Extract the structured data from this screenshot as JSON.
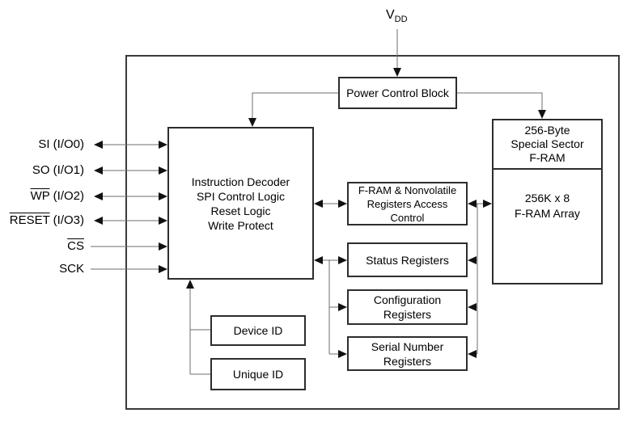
{
  "colors": {
    "background": "#ffffff",
    "box_border": "#2d2d2d",
    "outer_border": "#3a3a3a",
    "wire": "#6e6e6e",
    "arrowhead": "#111111"
  },
  "supply": {
    "name": "V",
    "subscript": "DD"
  },
  "pins": {
    "si": {
      "over": "",
      "rest": "SI (I/O0)"
    },
    "so": {
      "over": "",
      "rest": "SO (I/O1)"
    },
    "wp": {
      "over": "WP",
      "rest": " (I/O2)"
    },
    "reset": {
      "over": "RESET",
      "rest": " (I/O3)"
    },
    "cs": {
      "over": "CS",
      "rest": ""
    },
    "sck": {
      "over": "",
      "rest": "SCK"
    }
  },
  "blocks": {
    "power_control": {
      "label": "Power Control Block"
    },
    "main": {
      "line1": "Instruction Decoder",
      "line2": "SPI Control Logic",
      "line3": "Reset Logic",
      "line4": "Write Protect"
    },
    "access_control": {
      "line1": "F-RAM & Nonvolatile",
      "line2": "Registers Access",
      "line3": "Control"
    },
    "status": {
      "label": "Status Registers"
    },
    "configuration": {
      "line1": "Configuration",
      "line2": "Registers"
    },
    "serial_number": {
      "line1": "Serial Number",
      "line2": "Registers"
    },
    "device_id": {
      "label": "Device ID"
    },
    "unique_id": {
      "label": "Unique ID"
    },
    "special_sector": {
      "line1": "256-Byte",
      "line2": "Special Sector",
      "line3": "F-RAM"
    },
    "fram_array": {
      "line1": "256K x 8",
      "line2": "F-RAM Array"
    }
  }
}
